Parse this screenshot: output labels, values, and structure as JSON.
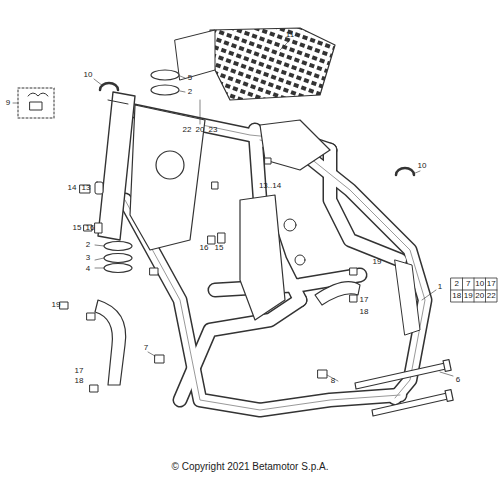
{
  "diagram": {
    "caption": "© Copyright 2021 Betamotor S.p.A.",
    "labels": [
      "11",
      "10",
      "5",
      "2",
      "9",
      "22",
      "20",
      "23",
      "14",
      "13",
      "10",
      "13..14",
      "15",
      "16",
      "2",
      "3",
      "4",
      "16",
      "15",
      "19",
      "1",
      "2",
      "7",
      "10",
      "17",
      "18",
      "19",
      "20",
      "22",
      "17",
      "18",
      "19",
      "7",
      "17",
      "18",
      "8",
      "6"
    ]
  }
}
